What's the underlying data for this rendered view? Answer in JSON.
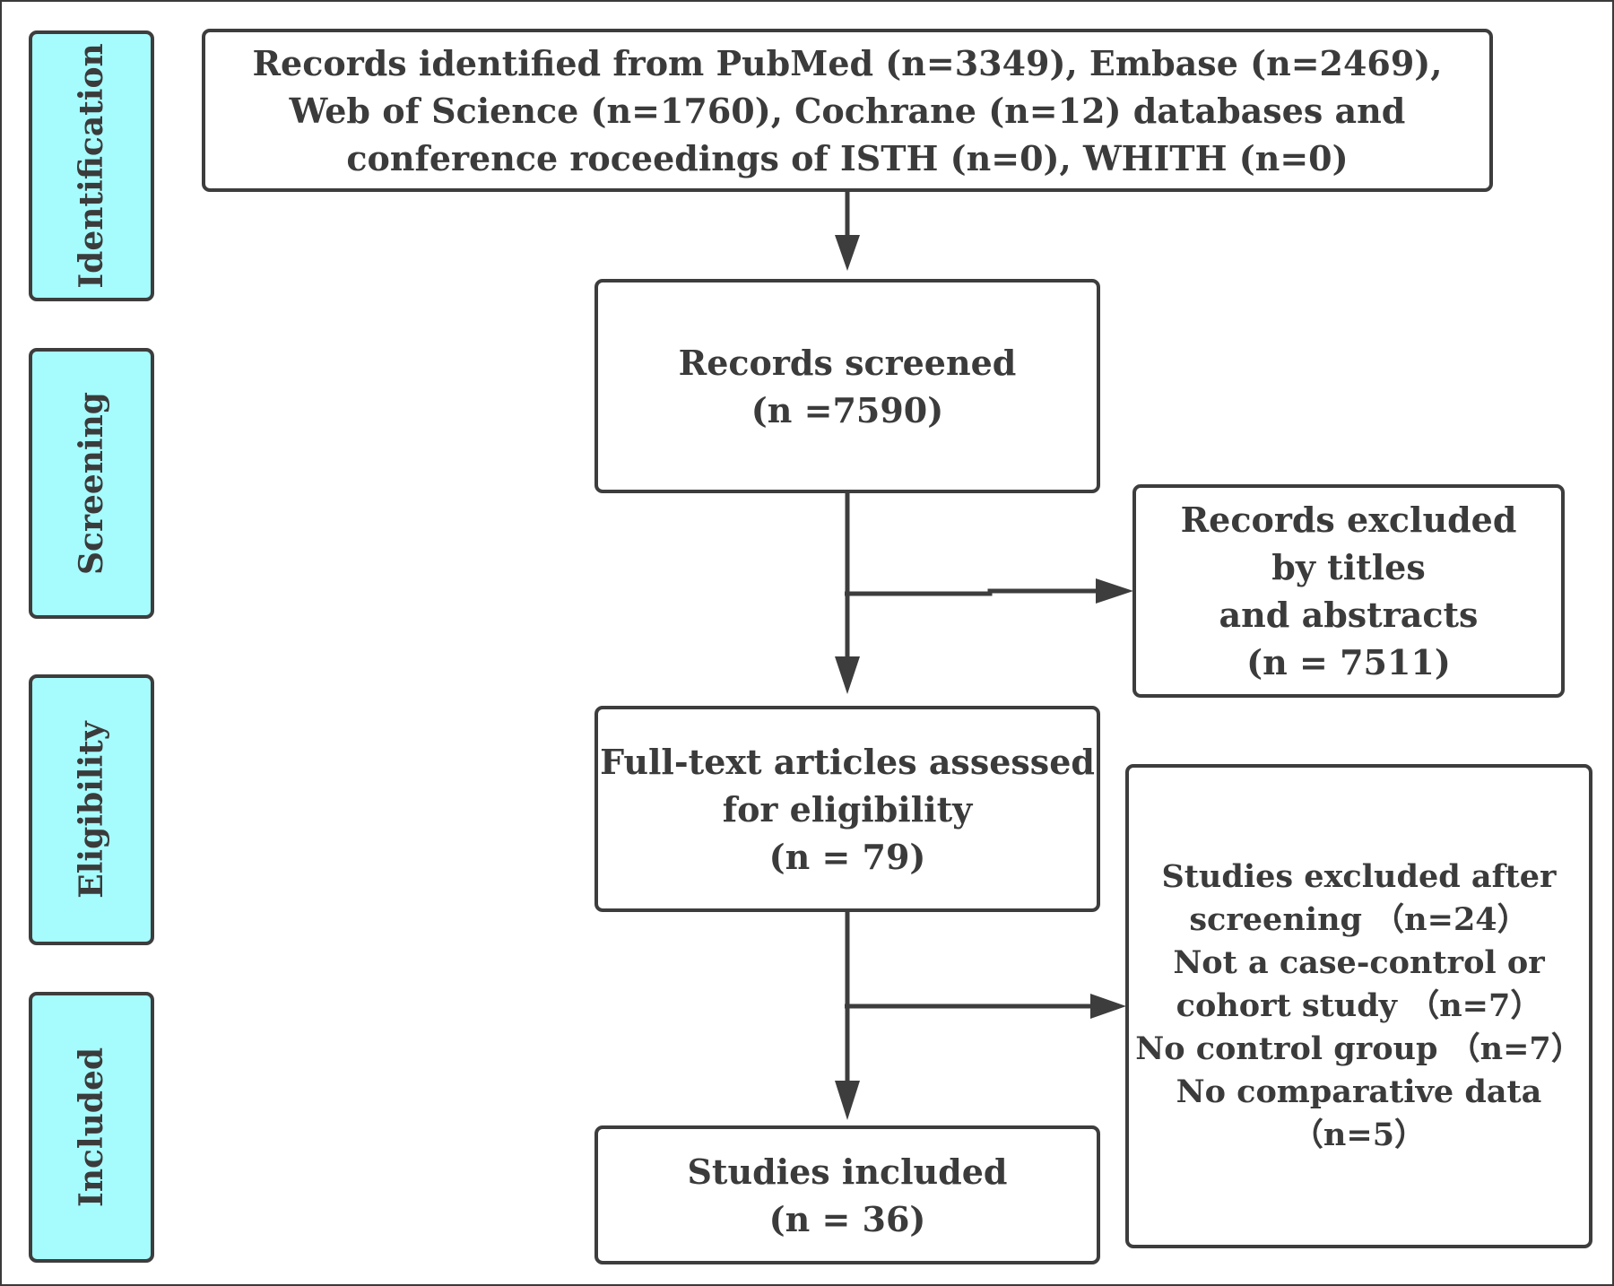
{
  "phases": {
    "identification": "Identification",
    "screening": "Screening",
    "eligibility": "Eligibility",
    "included": "Included"
  },
  "boxes": {
    "identified": {
      "lines": [
        "Records identified from PubMed (n=3349), Embase (n=2469),",
        "Web of Science (n=1760), Cochrane (n=12) databases and",
        "conference roceedings of ISTH (n=0), WHITH (n=0)"
      ]
    },
    "screened": {
      "lines": [
        "Records screened",
        "(n =7590)"
      ]
    },
    "excluded_titles": {
      "lines": [
        "Records excluded",
        "by titles",
        "and abstracts",
        "(n = 7511)"
      ]
    },
    "full_text": {
      "lines": [
        "Full-text articles assessed",
        "for eligibility",
        "(n = 79)"
      ]
    },
    "excluded_after": {
      "lines": [
        "Studies excluded after",
        "screening （n=24）",
        "Not a case-control or",
        "cohort study （n=7）",
        "No control group （n=7）",
        "No comparative data",
        "（n=5）"
      ]
    },
    "included": {
      "lines": [
        "Studies included",
        "(n = 36)"
      ]
    }
  },
  "colors": {
    "phase_fill": "#a6fbfd",
    "border": "#3d3d3d",
    "text": "#3b3b3b"
  }
}
